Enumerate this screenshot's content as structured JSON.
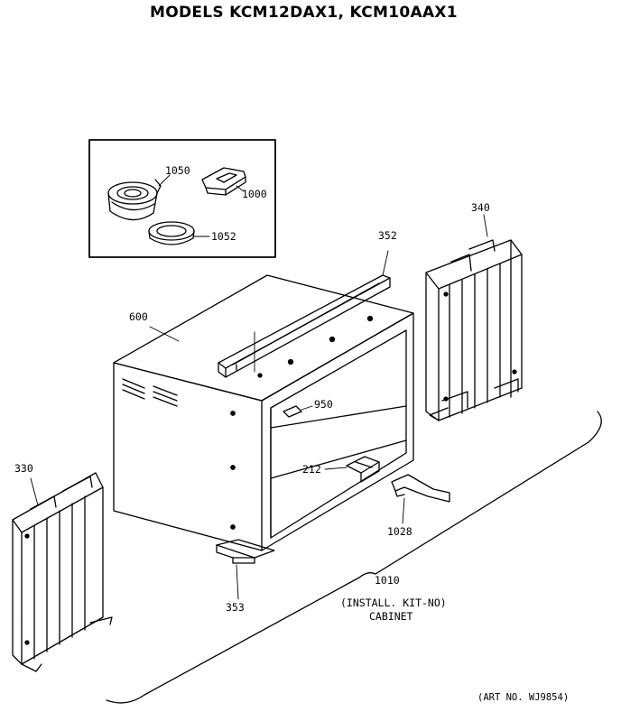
{
  "title": "MODELS KCM12DAX1, KCM10AAX1",
  "parts": {
    "p1050": "1050",
    "p1000": "1000",
    "p1052": "1052",
    "p340": "340",
    "p352": "352",
    "p600": "600",
    "p950": "950",
    "p330": "330",
    "p212": "212",
    "p1028": "1028",
    "p1010": "1010",
    "p353": "353"
  },
  "kit_note": {
    "line1": "(INSTALL. KIT-NO)",
    "line2": "CABINET"
  },
  "art_no": "(ART NO. WJ9854)"
}
